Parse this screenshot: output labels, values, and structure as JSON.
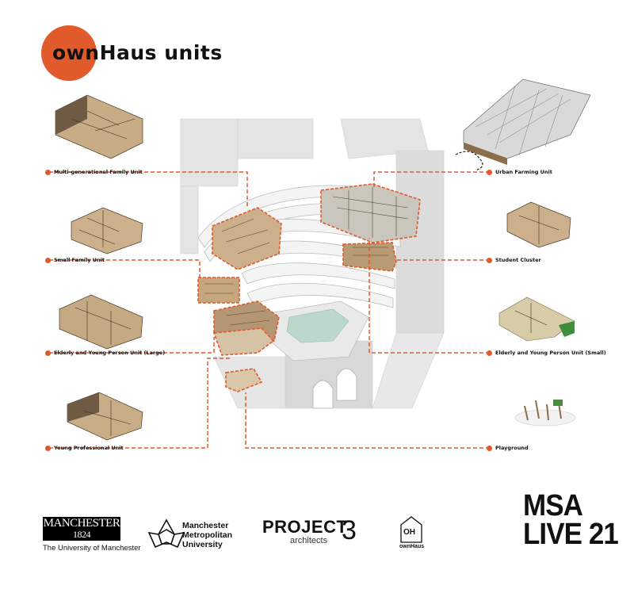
{
  "title": "ownHaus units",
  "accent_color": "#e05a2b",
  "units": {
    "multi_generational": "Multi-generational Family Unit",
    "small_family": "Small Family Unit",
    "elderly_large": "Elderly and Young Person Unit (Large)",
    "young_professional": "Young Professional Unit",
    "urban_farming": "Urban Farming Unit",
    "student_cluster": "Student Cluster",
    "elderly_small": "Elderly and Young Person Unit (Small)",
    "playground": "Playground"
  },
  "logos": {
    "uom_name": "MANCHESTER",
    "uom_year": "1824",
    "uom_sub": "The University of Manchester",
    "mmu_line1": "Manchester",
    "mmu_line2": "Metropolitan",
    "mmu_line3": "University",
    "project_main": "PROJECT",
    "project_sub": "architects",
    "project_num": "3",
    "ownhaus_mark": "OH",
    "ownhaus_name": "ownHaus",
    "msa_line1": "MSA",
    "msa_line2": "LIVE 21"
  }
}
